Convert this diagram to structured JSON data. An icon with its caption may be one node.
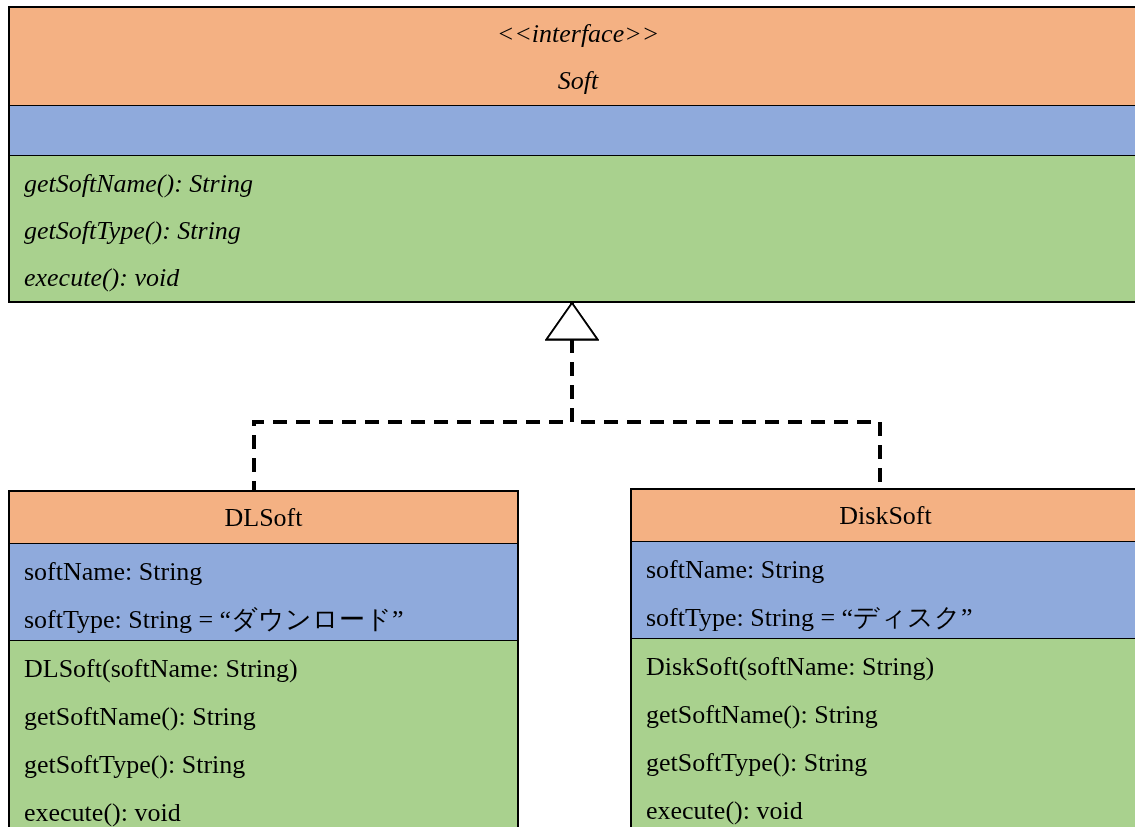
{
  "diagram": {
    "nodes": [
      {
        "text": [
          "<<interface>>",
          "Soft",
          "getSoftName(): String",
          "getSoftType(): String",
          "execute(): void"
        ]
      },
      {
        "text": [],
        "shape": "box",
        "in": 0
      },
      {
        "text": [
          "DLSoft",
          "softName: String",
          "softType: String = “ダウンロード”",
          "DLSoft(softName: String)",
          "getSoftName(): String",
          "getSoftType(): String",
          "execute(): void"
        ]
      },
      {
        "text": [
          "DiskSoft",
          "softName: String",
          "softType: String = “ディスク”",
          "DiskSoft(softName: String)",
          "getSoftName(): String",
          "getSoftType(): String",
          "execute(): void"
        ]
      }
    ],
    "edges": [
      {
        "from": 2,
        "to": 0,
        "arrow": "to",
        "style": "dashed"
      },
      {
        "from": 3,
        "to": 0,
        "arrow": "to",
        "style": "dashed"
      }
    ]
  }
}
